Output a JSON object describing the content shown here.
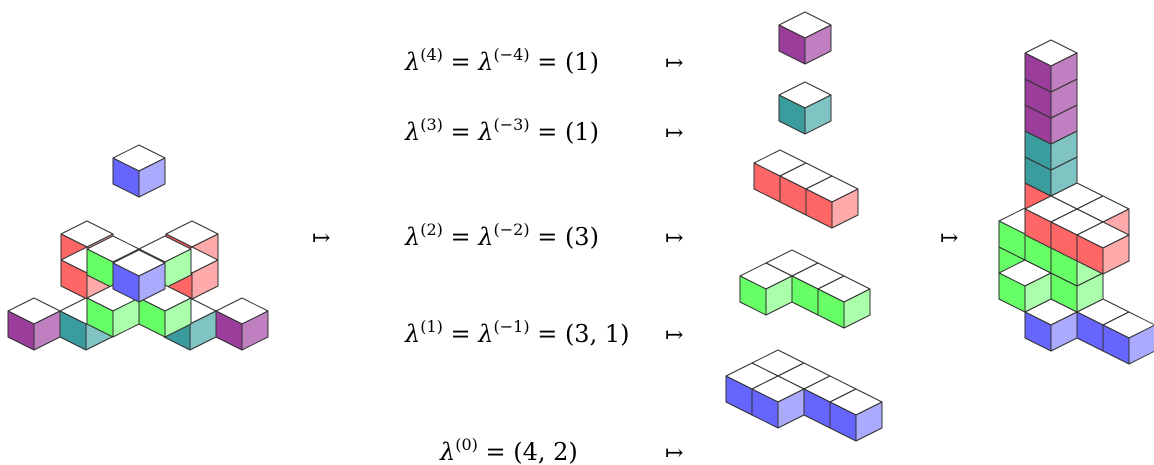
{
  "mapsto_symbol": "↦",
  "palette": {
    "purple": {
      "top": "#ffffff",
      "left": "#9b3d9b",
      "right": "#c07fc0"
    },
    "teal": {
      "top": "#ffffff",
      "left": "#3a9c9c",
      "right": "#80c3c3"
    },
    "red": {
      "top": "#ffffff",
      "left": "#ff6666",
      "right": "#ffaaaa"
    },
    "green": {
      "top": "#ffffff",
      "left": "#66ff66",
      "right": "#aaffaa"
    },
    "blue": {
      "top": "#ffffff",
      "left": "#6666ff",
      "right": "#aaaaff"
    },
    "outline": "#333333"
  },
  "equations": [
    {
      "name": "lambda-4",
      "sup": "(4)",
      "sup_neg": "(−4)",
      "rhs": "(1)",
      "color": "purple"
    },
    {
      "name": "lambda-3",
      "sup": "(3)",
      "sup_neg": "(−3)",
      "rhs": "(1)",
      "color": "teal"
    },
    {
      "name": "lambda-2",
      "sup": "(2)",
      "sup_neg": "(−2)",
      "rhs": "(3)",
      "color": "red"
    },
    {
      "name": "lambda-1",
      "sup": "(1)",
      "sup_neg": "(−1)",
      "rhs": "(3, 1)",
      "color": "green"
    },
    {
      "name": "lambda-0",
      "sup": "(0)",
      "sup_neg": "",
      "rhs": "(4, 2)",
      "color": "blue"
    }
  ],
  "layers": [
    {
      "color": "purple",
      "partition": [
        1
      ]
    },
    {
      "color": "teal",
      "partition": [
        1
      ]
    },
    {
      "color": "red",
      "partition": [
        3
      ]
    },
    {
      "color": "green",
      "partition": [
        3,
        1
      ]
    },
    {
      "color": "blue",
      "partition": [
        4,
        2
      ]
    }
  ]
}
